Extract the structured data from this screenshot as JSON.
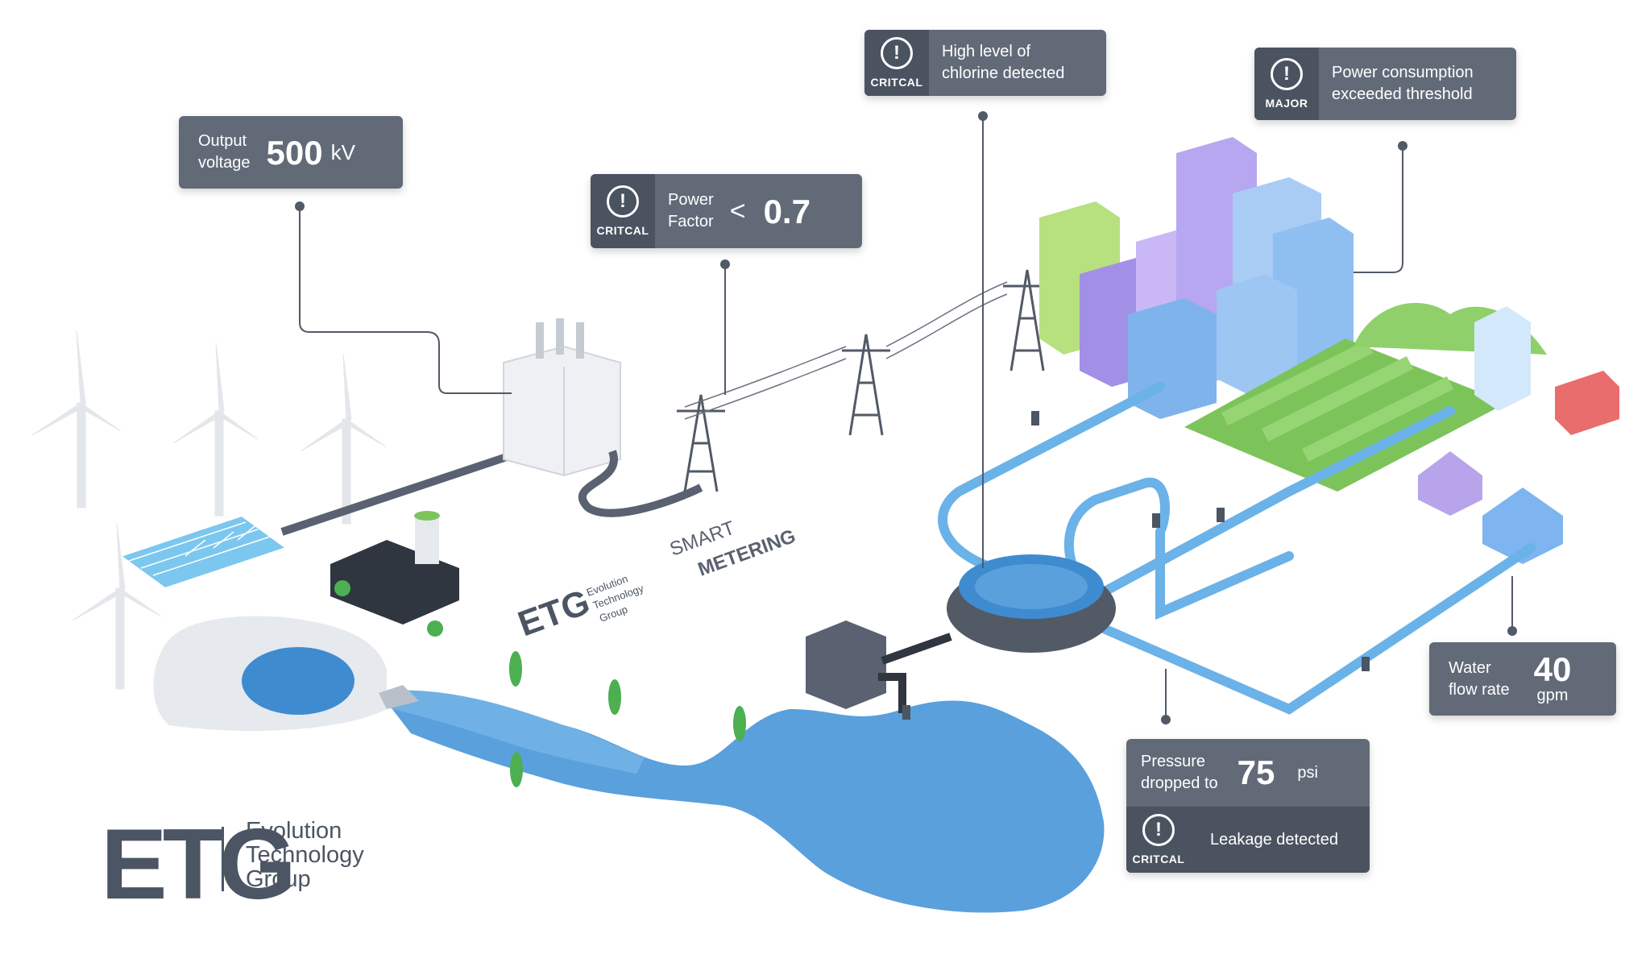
{
  "brand": {
    "name_line1": "Evolution",
    "name_line2": "Technology",
    "name_line3": "Group",
    "small_line1": "Evolution",
    "small_line2": "Technology",
    "small_line3": "Group",
    "smart": "SMART",
    "metering": "METERING"
  },
  "cards": {
    "voltage": {
      "label1": "Output",
      "label2": "voltage",
      "value": "500",
      "unit": "kV"
    },
    "power_factor": {
      "severity": "CRITCAL",
      "label1": "Power",
      "label2": "Factor",
      "operator": "<",
      "value": "0.7"
    },
    "chlorine": {
      "severity": "CRITCAL",
      "text1": "High level of",
      "text2": "chlorine detected"
    },
    "power_consumption": {
      "severity": "MAJOR",
      "text1": "Power consumption",
      "text2": "exceeded threshold"
    },
    "water_flow": {
      "label1": "Water",
      "label2": "flow rate",
      "value": "40",
      "unit": "gpm"
    },
    "pressure": {
      "label1": "Pressure",
      "label2": "dropped to",
      "value": "75",
      "unit": "psi",
      "severity": "CRITCAL",
      "alert": "Leakage detected"
    }
  },
  "colors": {
    "card": "#626a78",
    "card_dark": "#4b5260",
    "water": "#5aa0dc",
    "pipe": "#6ab2e8",
    "grass": "#7cc45a",
    "logo": "#4b5563"
  },
  "icons": [
    "warning-icon",
    "wind-turbine-icon",
    "solar-panel-icon",
    "transformer-icon",
    "power-tower-icon",
    "water-meter-icon",
    "house-icon"
  ]
}
